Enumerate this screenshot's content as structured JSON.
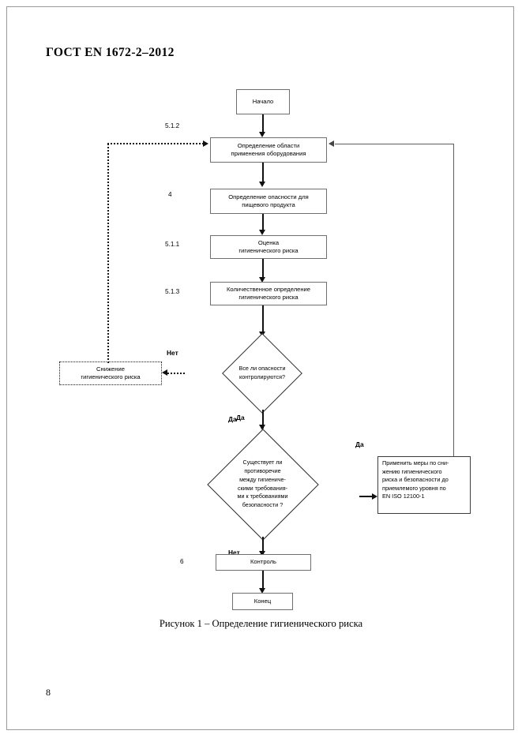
{
  "document": {
    "header": "ГОСТ EN 1672-2–2012",
    "page_number": "8",
    "figure_caption": "Рисунок 1 – Определение гигиенического риска"
  },
  "flowchart": {
    "nodes": {
      "start": {
        "label": "Начало"
      },
      "scope": {
        "line1": "Определение области",
        "line2": "применения оборудования",
        "clause": "5.1.2"
      },
      "hazard": {
        "line1": "Определение опасности для",
        "line2": "пищевого продукта",
        "clause": "4"
      },
      "assessment": {
        "line1": "Оценка",
        "line2": "гигиенического риска",
        "clause": "5.1.1"
      },
      "quantification": {
        "line1": "Количественное определение",
        "line2": "гигиенического риска",
        "clause": "5.1.3"
      },
      "decision_hazards": {
        "line1": "Все ли опасности",
        "line2": "контролируются?"
      },
      "risk_reduction": {
        "line1": "Снижение",
        "line2": "гигиенического риска"
      },
      "decision_conflict": {
        "line1": "Существует ли",
        "line2": "противоречие",
        "line3": "между гигиениче-",
        "line4": "скими требования-",
        "line5": "ми к требованиями",
        "line6": "безопасности ?"
      },
      "measures": {
        "line1": "Применить меры по сни-",
        "line2": "жению гигиенического",
        "line3": "риска и безопасности до",
        "line4": "приемлемого уровня по",
        "line5": "EN ISO 12100-1"
      },
      "control": {
        "label": "Контроль",
        "clause": "6"
      },
      "end": {
        "label": "Конец"
      }
    },
    "branch_labels": {
      "hazards_no": "Нет",
      "hazards_yes": "Да",
      "conflict_yes_top": "Да",
      "conflict_yes_right": "Да",
      "conflict_no": "Нет"
    }
  }
}
